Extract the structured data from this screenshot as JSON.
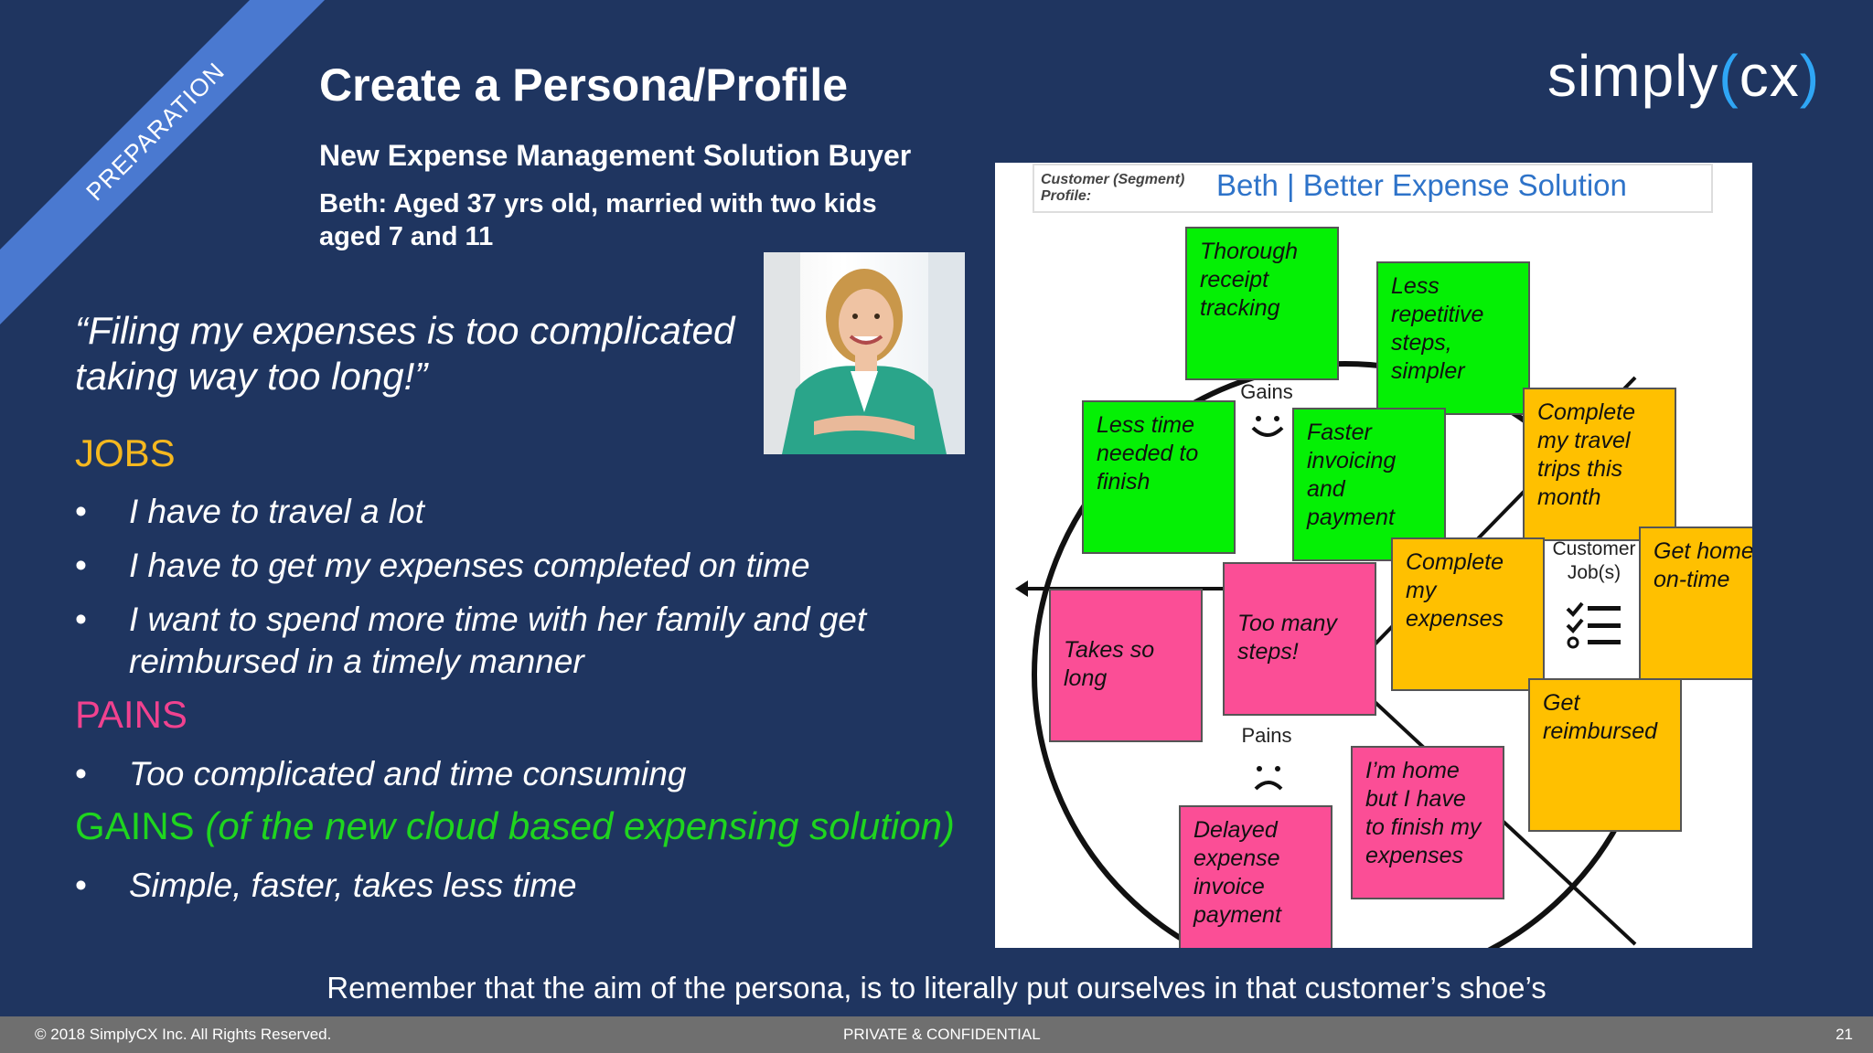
{
  "ribbon_label": "PREPARATION",
  "title": "Create a Persona/Profile",
  "subtitle": "New Expense Management Solution Buyer",
  "description": "Beth: Aged 37 yrs old, married with two kids aged 7 and 11",
  "logo": {
    "word": "simply",
    "open": "(",
    "cx": "cx",
    "close": ")"
  },
  "quote": "“Filing my expenses is too complicated taking way too long!”",
  "jobs": {
    "heading": "JOBS",
    "items": [
      "I have to travel a lot",
      "I have to get my expenses completed on time",
      "I want to spend more time with her family and get reimbursed in a timely manner"
    ]
  },
  "pains": {
    "heading": "PAINS",
    "items": [
      "Too complicated and time consuming"
    ]
  },
  "gains": {
    "heading": "GAINS",
    "heading_note": "(of the new cloud based expensing solution)",
    "items": [
      "Simple, faster, takes less time"
    ]
  },
  "bullet_symbol": "•",
  "canvas": {
    "profile_label": "Customer (Segment) Profile:",
    "profile_title": "Beth | Better Expense Solution",
    "gains_label": "Gains",
    "pains_label": "Pains",
    "jobs_label": "Customer Job(s)",
    "gains_icon": "smiley-icon",
    "pains_icon": "frown-icon",
    "jobs_icon": "checklist-icon",
    "notes": {
      "thorough": "Thorough receipt tracking",
      "less_repetitive": "Less repetitive steps, simpler",
      "less_time": "Less time needed to finish",
      "faster": "Faster invoicing and payment",
      "complete_travel": "Complete my travel trips this month",
      "get_home": "Get home on-time",
      "complete_expenses": "Complete my expenses",
      "get_reimbursed": "Get reimbursed",
      "takes_long": "Takes so long",
      "too_many": "Too many steps!",
      "im_home": "I’m home but I have to finish my expenses",
      "delayed": "Delayed expense invoice payment"
    },
    "colors": {
      "gain": "#05f005",
      "job": "#ffc000",
      "pain": "#fb4e96"
    }
  },
  "remember": "Remember that the aim of the persona, is to literally put ourselves in that customer’s shoe’s",
  "footer": {
    "copyright": "© 2018 SimplyCX Inc. All Rights Reserved.",
    "center": "PRIVATE & CONFIDENTIAL",
    "page": "21"
  }
}
